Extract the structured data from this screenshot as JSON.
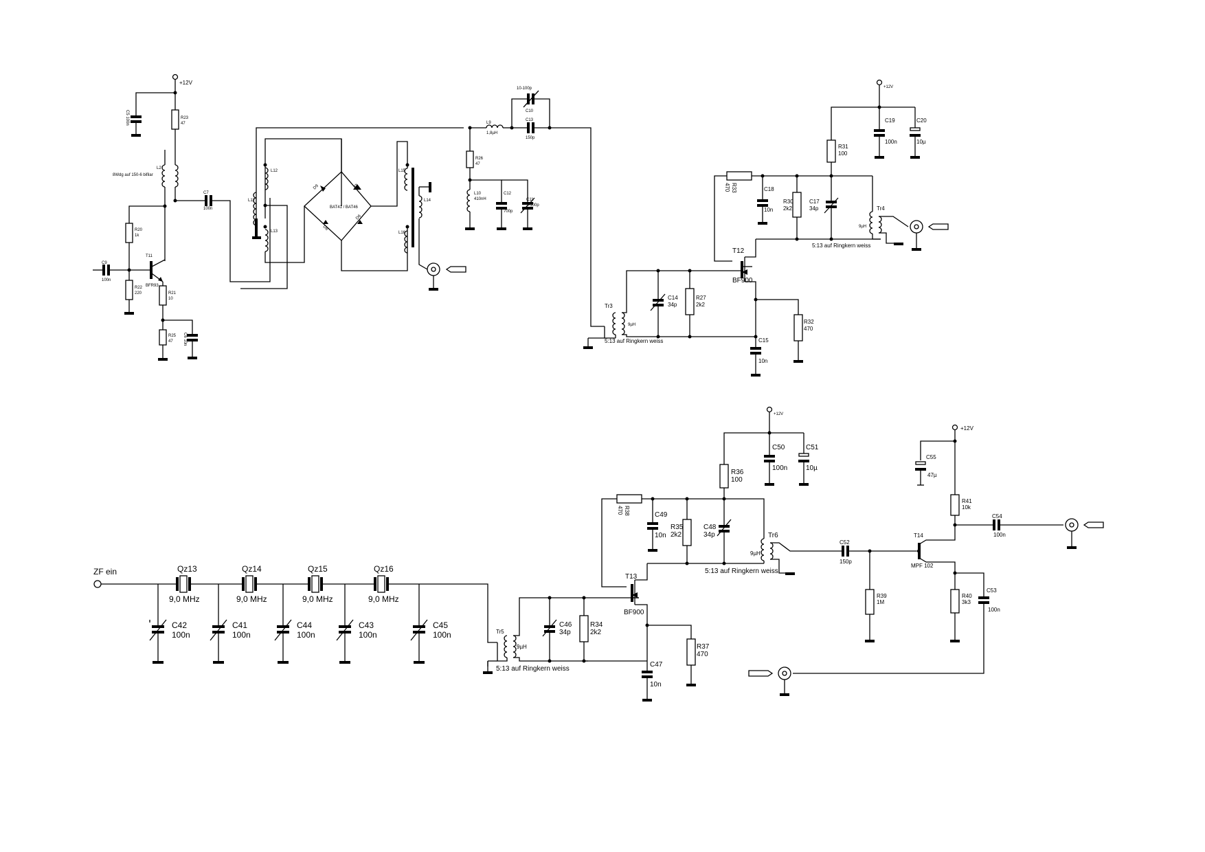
{
  "top": {
    "supply_a": "+12V",
    "supply_b": "+12V",
    "C5": {
      "name": "C5",
      "value": "100n"
    },
    "R23": {
      "name": "R23",
      "value": "47"
    },
    "L2": {
      "name": "L2",
      "note": "8Wdg auf 150-6 bifilar"
    },
    "C7": {
      "name": "C7",
      "value": "100n"
    },
    "R20": {
      "name": "R20",
      "value": "1k"
    },
    "C9": {
      "name": "C9",
      "value": "100n"
    },
    "T11": {
      "name": "T11",
      "type": "BFR93"
    },
    "R22": {
      "name": "R22",
      "value": "220"
    },
    "R21": {
      "name": "R21",
      "value": "10"
    },
    "R25": {
      "name": "R25",
      "value": "47"
    },
    "C6": {
      "name": "C6",
      "value": "10n"
    },
    "mixer": {
      "L11": "L11",
      "L12": "L12",
      "L13": "L13",
      "L14": "L14",
      "L15": "L15",
      "L16": "L16",
      "D6": "D6",
      "D7": "D7",
      "D8": "D8",
      "D9": "D9",
      "diodes": "BAT41 / BAT46"
    },
    "C10": {
      "name": "C10",
      "value": "10-100p"
    },
    "L9": {
      "name": "L9",
      "value": "1,8µH"
    },
    "C13": {
      "name": "C13",
      "value": "150p"
    },
    "R26": {
      "name": "R26",
      "value": "47"
    },
    "L10": {
      "name": "L10",
      "value": "410nH"
    },
    "C12": {
      "name": "C12",
      "value": "700p"
    },
    "C11": {
      "name": "C11",
      "value": "5-100p"
    },
    "Tr3": {
      "name": "Tr3",
      "value": "9µH",
      "note": "5:13 auf Ringkern weiss"
    },
    "C14": {
      "name": "C14",
      "value": "34p"
    },
    "R27": {
      "name": "R27",
      "value": "2k2"
    },
    "T12": {
      "name": "T12",
      "type": "BF900"
    },
    "R32": {
      "name": "R32",
      "value": "470"
    },
    "C15": {
      "name": "C15",
      "value": "10n"
    },
    "R33": {
      "name": "R33",
      "value": "470"
    },
    "C18": {
      "name": "C18",
      "value": "10n"
    },
    "R30": {
      "name": "R30",
      "value": "2k2"
    },
    "C17": {
      "name": "C17",
      "value": "34p"
    },
    "R31": {
      "name": "R31",
      "value": "100"
    },
    "C19": {
      "name": "C19",
      "value": "100n"
    },
    "C20": {
      "name": "C20",
      "value": "10µ"
    },
    "Tr4": {
      "name": "Tr4",
      "value": "9µH",
      "note": "5:13 auf Ringkern weiss"
    }
  },
  "bottom": {
    "input_label": "ZF ein",
    "crystals": [
      {
        "name": "Qz13",
        "freq": "9,0 MHz"
      },
      {
        "name": "Qz14",
        "freq": "9,0 MHz"
      },
      {
        "name": "Qz15",
        "freq": "9,0 MHz"
      },
      {
        "name": "Qz16",
        "freq": "9,0 MHz"
      }
    ],
    "trimmers": [
      {
        "name": "C42",
        "value": "100n"
      },
      {
        "name": "C41",
        "value": "100n"
      },
      {
        "name": "C44",
        "value": "100n"
      },
      {
        "name": "C43",
        "value": "100n"
      },
      {
        "name": "C45",
        "value": "100n"
      }
    ],
    "Tr5": {
      "name": "Tr5",
      "value": "9µH",
      "note": "5:13 auf Ringkern weiss"
    },
    "C46": {
      "name": "C46",
      "value": "34p"
    },
    "R34": {
      "name": "R34",
      "value": "2k2"
    },
    "T13": {
      "name": "T13",
      "type": "BF900"
    },
    "R37": {
      "name": "R37",
      "value": "470"
    },
    "C47": {
      "name": "C47",
      "value": "10n"
    },
    "R38": {
      "name": "R38",
      "value": "470"
    },
    "C49": {
      "name": "C49",
      "value": "10n"
    },
    "R35": {
      "name": "R35",
      "value": "2k2"
    },
    "C48": {
      "name": "C48",
      "value": "34p"
    },
    "R36": {
      "name": "R36",
      "value": "100"
    },
    "supply_c": "+12V",
    "C50": {
      "name": "C50",
      "value": "100n"
    },
    "C51": {
      "name": "C51",
      "value": "10µ"
    },
    "Tr6": {
      "name": "Tr6",
      "value": "9µH",
      "note": "5:13 auf Ringkern weiss"
    },
    "C52": {
      "name": "C52",
      "value": "150p"
    },
    "R39": {
      "name": "R39",
      "value": "1M"
    },
    "supply_d": "+12V",
    "C55": {
      "name": "C55",
      "value": "47µ"
    },
    "R41": {
      "name": "R41",
      "value": "10k"
    },
    "T14": {
      "name": "T14",
      "type": "MPF 102"
    },
    "C54": {
      "name": "C54",
      "value": "100n"
    },
    "R40": {
      "name": "R40",
      "value": "3k3"
    },
    "C53": {
      "name": "C53",
      "value": "100n"
    }
  }
}
